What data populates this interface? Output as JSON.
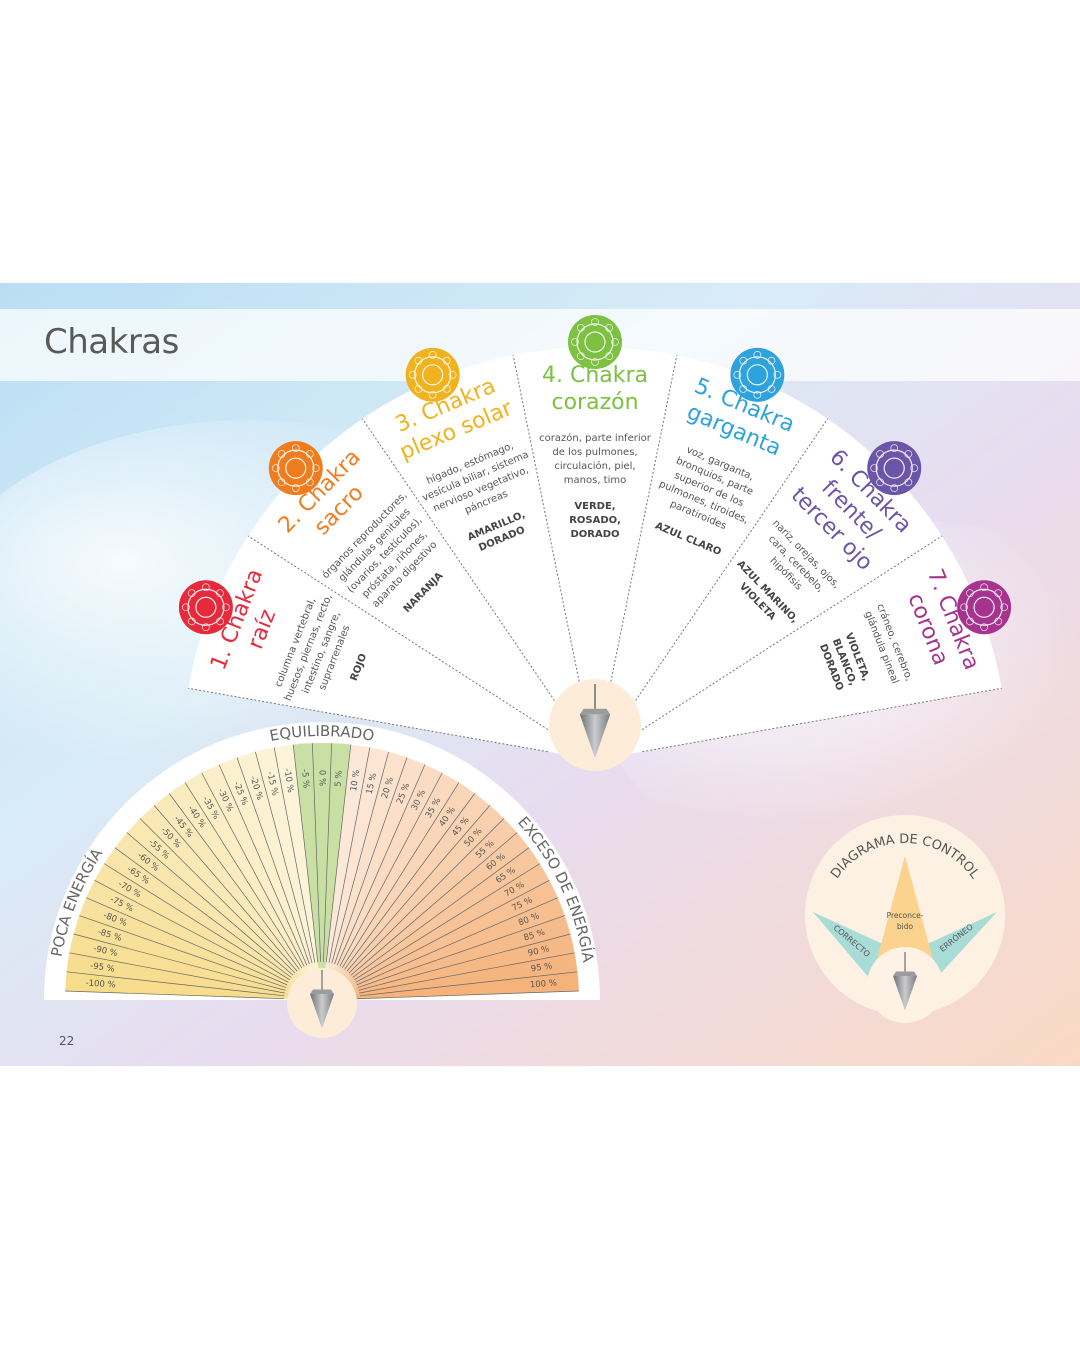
{
  "page": {
    "title": "Chakras",
    "page_number": "22"
  },
  "chakras": [
    {
      "title": [
        "1. Chakra",
        "raíz"
      ],
      "body": [
        "columna vertebral,",
        "huesos, piernas, recto,",
        "intestino, sangre,",
        "suprarrenales"
      ],
      "colors": [
        "ROJO"
      ],
      "color": "#e62a3c"
    },
    {
      "title": [
        "2. Chakra",
        "sacro"
      ],
      "body": [
        "órganos reproductores,",
        "glándulas genitales",
        "(ovarios, testículos),",
        "próstata, riñones,",
        "aparato digestivo"
      ],
      "colors": [
        "NARANJA"
      ],
      "color": "#ef7d1f"
    },
    {
      "title": [
        "3. Chakra",
        "plexo solar"
      ],
      "body": [
        "hígado, estómago,",
        "vesícula biliar, sistema",
        "nervioso vegetativo,",
        "páncreas"
      ],
      "colors": [
        "AMARILLO,",
        "DORADO"
      ],
      "color": "#f1b21f"
    },
    {
      "title": [
        "4. Chakra",
        "corazón"
      ],
      "body": [
        "corazón, parte inferior",
        "de los pulmones,",
        "circulación, piel,",
        "manos, timo"
      ],
      "colors": [
        "VERDE,",
        "ROSADO,",
        "DORADO"
      ],
      "color": "#7cc142"
    },
    {
      "title": [
        "5. Chakra",
        "garganta"
      ],
      "body": [
        "voz, garganta,",
        "bronquios, parte",
        "superior de los",
        "pulmones, tiroides,",
        "paratiroides"
      ],
      "colors": [
        "AZUL CLARO"
      ],
      "color": "#2da2dd"
    },
    {
      "title": [
        "6. Chakra",
        "frente/",
        "tercer ojo"
      ],
      "body": [
        "nariz, orejas, ojos,",
        "cara, cerebelo,",
        "hipófisis"
      ],
      "colors": [
        "AZUL MARINO,",
        "VIOLETA"
      ],
      "color": "#6b55a8"
    },
    {
      "title": [
        "7. Chakra",
        "corona"
      ],
      "body": [
        "cráneo, cerebro,",
        "glándula pineal"
      ],
      "colors": [
        "VIOLETA,",
        "BLANCO,",
        "DORADO"
      ],
      "color": "#a6338e"
    }
  ],
  "energy_scale": {
    "left_label": "POCA ENERGÍA",
    "center_label": "EQUILIBRADO",
    "right_label": "EXCESO DE ENERGÍA",
    "ticks": [
      "-100 %",
      "-95 %",
      "-90 %",
      "-85 %",
      "-80 %",
      "-75 %",
      "-70 %",
      "-65 %",
      "-60 %",
      "-55 %",
      "-50 %",
      "-45 %",
      "-40 %",
      "-35 %",
      "-30 %",
      "-25 %",
      "-20 %",
      "-15 %",
      "-10 %",
      "-5 %",
      "0 %",
      "5 %",
      "10 %",
      "15 %",
      "20 %",
      "25 %",
      "30 %",
      "35 %",
      "40 %",
      "45 %",
      "50 %",
      "55 %",
      "60 %",
      "65 %",
      "70 %",
      "75 %",
      "80 %",
      "85 %",
      "90 %",
      "95 %",
      "100 %"
    ],
    "balanced_range": [
      -5,
      5
    ]
  },
  "control_diagram": {
    "title": "DIAGRAMA DE CONTROL",
    "left": "CORRECTO",
    "center": [
      "Preconce-",
      "bido"
    ],
    "right": "ERRÓNEO"
  },
  "colors": {
    "low": "#f7dc8c",
    "balanced": "#c9e0a4",
    "high": "#f5b27a",
    "teal": "#a9dcd6"
  }
}
